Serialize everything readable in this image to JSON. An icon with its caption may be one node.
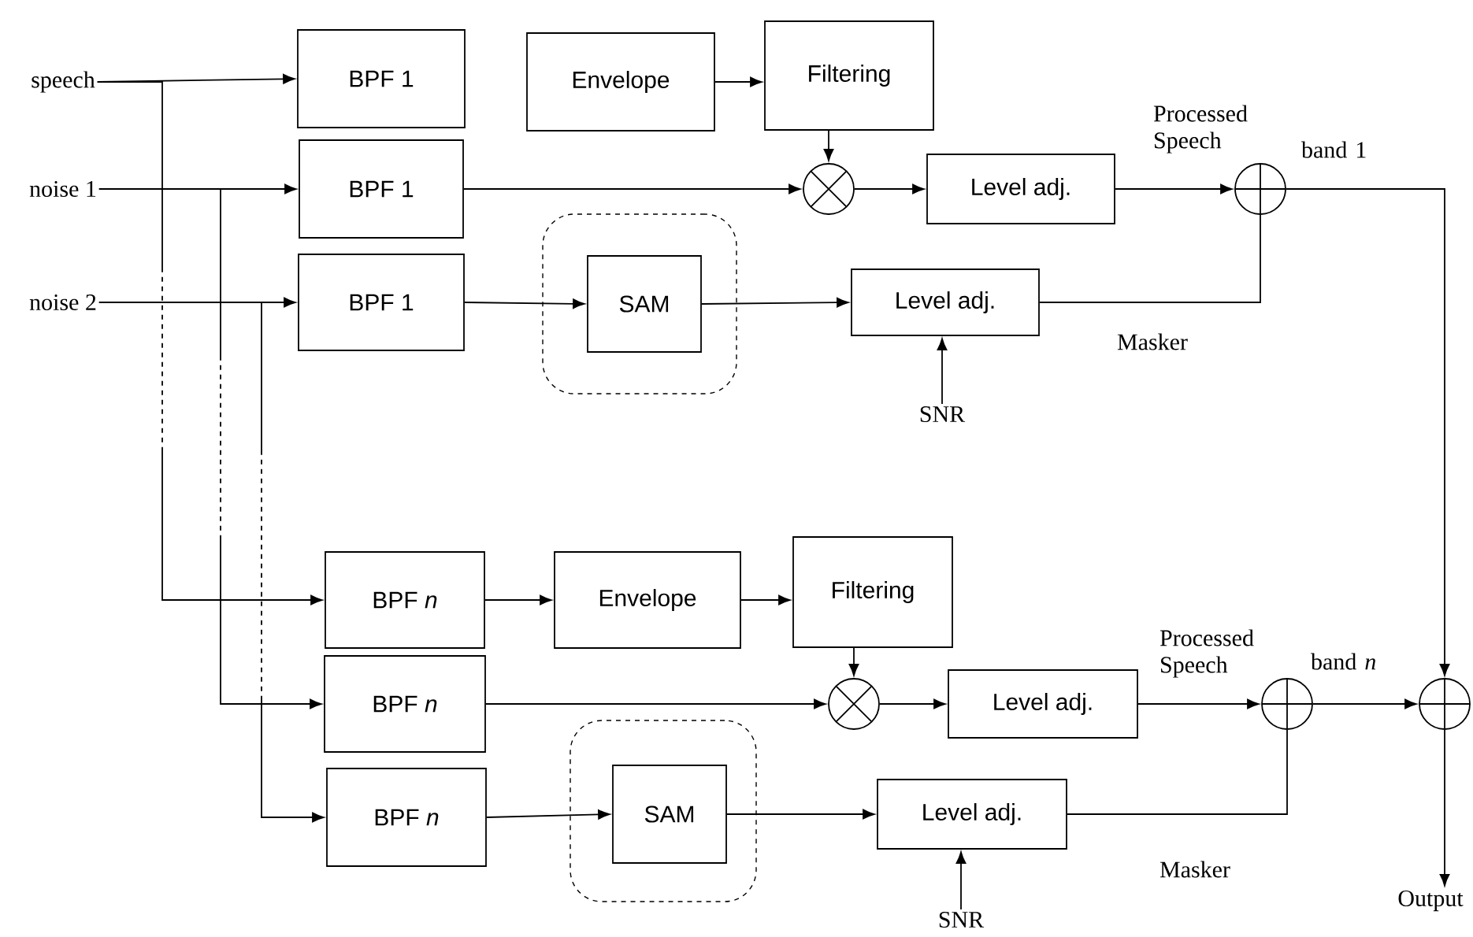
{
  "diagram": {
    "nodes": [
      {
        "text": [
          "speech"
        ]
      },
      {
        "text": [
          "noise 1"
        ]
      },
      {
        "text": [
          "noise 2"
        ]
      },
      {
        "text": [
          "BPF 1"
        ]
      },
      {
        "text": [
          "Envelope"
        ]
      },
      {
        "text": [
          "Filtering"
        ]
      },
      {
        "text": [],
        "shape": "circle"
      },
      {
        "text": [
          "BPF 1"
        ]
      },
      {
        "text": [
          "Level adj."
        ]
      },
      {
        "text": [],
        "shape": "circle"
      },
      {
        "text": [
          "BPF 1"
        ]
      },
      {
        "text": [],
        "shape": "box"
      },
      {
        "text": [
          "SAM"
        ],
        "in": 11
      },
      {
        "text": [
          "Level adj."
        ]
      },
      {
        "text": [
          "SNR"
        ]
      },
      {
        "text": [
          "BPF *n*"
        ]
      },
      {
        "text": [
          "Envelope"
        ]
      },
      {
        "text": [
          "Filtering"
        ]
      },
      {
        "text": [
          "BPF *n*"
        ]
      },
      {
        "text": [],
        "shape": "circle"
      },
      {
        "text": [
          "Level adj."
        ]
      },
      {
        "text": [],
        "shape": "circle"
      },
      {
        "text": [],
        "shape": "circle"
      },
      {
        "text": [
          "BPF *n*"
        ]
      },
      {
        "text": [],
        "shape": "box"
      },
      {
        "text": [
          "SAM"
        ],
        "in": 24
      },
      {
        "text": [
          "Level adj."
        ]
      },
      {
        "text": [
          "SNR"
        ]
      },
      {
        "text": [
          "Output"
        ]
      }
    ],
    "edges": [
      {
        "from": 0,
        "to": 3,
        "arrow": "to"
      },
      {
        "from": 0,
        "to": 15,
        "arrow": "to",
        "style": "dashed"
      },
      {
        "from": 1,
        "to": 7,
        "arrow": "to"
      },
      {
        "from": 1,
        "to": 18,
        "arrow": "to",
        "style": "dashed"
      },
      {
        "from": 2,
        "to": 10,
        "arrow": "to"
      },
      {
        "from": 2,
        "to": 23,
        "arrow": "to",
        "style": "dashed"
      },
      {
        "from": 4,
        "to": 5,
        "arrow": "to"
      },
      {
        "from": 5,
        "to": 6,
        "arrow": "to"
      },
      {
        "from": 7,
        "to": 6,
        "arrow": "to"
      },
      {
        "from": 6,
        "to": 8,
        "arrow": "to"
      },
      {
        "from": 8,
        "to": 9,
        "arrow": "to",
        "label": "Processed Speech"
      },
      {
        "from": 10,
        "to": 12,
        "arrow": "to"
      },
      {
        "from": 12,
        "to": 13,
        "arrow": "to"
      },
      {
        "from": 13,
        "to": 9,
        "arrow": "none",
        "label": "Masker"
      },
      {
        "from": 14,
        "to": 13,
        "arrow": "to"
      },
      {
        "from": 9,
        "to": 22,
        "arrow": "to",
        "label": "band 1"
      },
      {
        "from": 15,
        "to": 16,
        "arrow": "to"
      },
      {
        "from": 16,
        "to": 17,
        "arrow": "to"
      },
      {
        "from": 17,
        "to": 19,
        "arrow": "to"
      },
      {
        "from": 18,
        "to": 19,
        "arrow": "to"
      },
      {
        "from": 19,
        "to": 20,
        "arrow": "to"
      },
      {
        "from": 20,
        "to": 21,
        "arrow": "to",
        "label": "Processed Speech"
      },
      {
        "from": 23,
        "to": 25,
        "arrow": "to"
      },
      {
        "from": 25,
        "to": 26,
        "arrow": "to"
      },
      {
        "from": 26,
        "to": 21,
        "arrow": "none",
        "label": "Masker"
      },
      {
        "from": 27,
        "to": 26,
        "arrow": "to"
      },
      {
        "from": 21,
        "to": 22,
        "arrow": "to",
        "label": "band *n*"
      },
      {
        "from": 22,
        "to": 28,
        "arrow": "to"
      }
    ]
  }
}
